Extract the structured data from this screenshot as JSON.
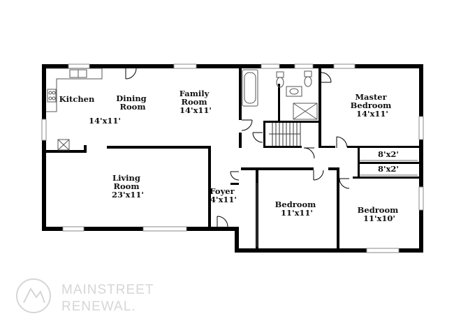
{
  "rooms": [
    {
      "id": "kitchen",
      "lines": [
        "Kitchen"
      ]
    },
    {
      "id": "dining",
      "lines": [
        "Dining",
        "Room"
      ]
    },
    {
      "id": "kitchen_dining_size",
      "lines": [
        "14'x11'"
      ]
    },
    {
      "id": "family",
      "lines": [
        "Family",
        "Room",
        "14'x11'"
      ]
    },
    {
      "id": "master",
      "lines": [
        "Master",
        "Bedroom",
        "14'x11'"
      ]
    },
    {
      "id": "closet1",
      "lines": [
        "8'x2'"
      ]
    },
    {
      "id": "closet2",
      "lines": [
        "8'x2'"
      ]
    },
    {
      "id": "living",
      "lines": [
        "Living",
        "Room",
        "23'x11'"
      ]
    },
    {
      "id": "foyer",
      "lines": [
        "Foyer",
        "4'x11'"
      ]
    },
    {
      "id": "bedroom2",
      "lines": [
        "Bedroom",
        "11'x11'"
      ]
    },
    {
      "id": "bedroom3",
      "lines": [
        "Bedroom",
        "11'x10'"
      ]
    }
  ],
  "watermark": {
    "line1": "MAINSTREET",
    "line2": "RENEWAL."
  },
  "colors": {
    "wall": "#000000",
    "window": "#8a8a8a",
    "fixture": "#555555",
    "watermark": "#d6d6d6"
  }
}
